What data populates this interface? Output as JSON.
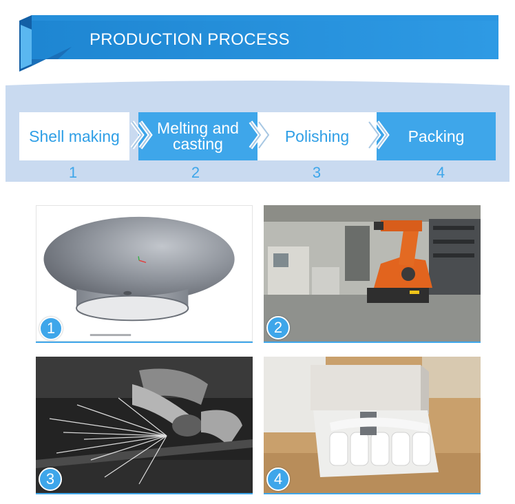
{
  "header": {
    "title": "PRODUCTION PROCESS"
  },
  "steps": [
    {
      "label_lines": [
        "Shell making"
      ],
      "number": "1"
    },
    {
      "label_lines": [
        "Melting and",
        "casting"
      ],
      "number": "2"
    },
    {
      "label_lines": [
        "Polishing"
      ],
      "number": "3"
    },
    {
      "label_lines": [
        "Packing"
      ],
      "number": "4"
    }
  ],
  "photos": [
    {
      "badge": "1"
    },
    {
      "badge": "2"
    },
    {
      "badge": "3"
    },
    {
      "badge": "4"
    }
  ],
  "colors": {
    "accent": "#3ea6ea",
    "banner_dark": "#1f86d0",
    "strip_bg": "#c9daf0"
  }
}
